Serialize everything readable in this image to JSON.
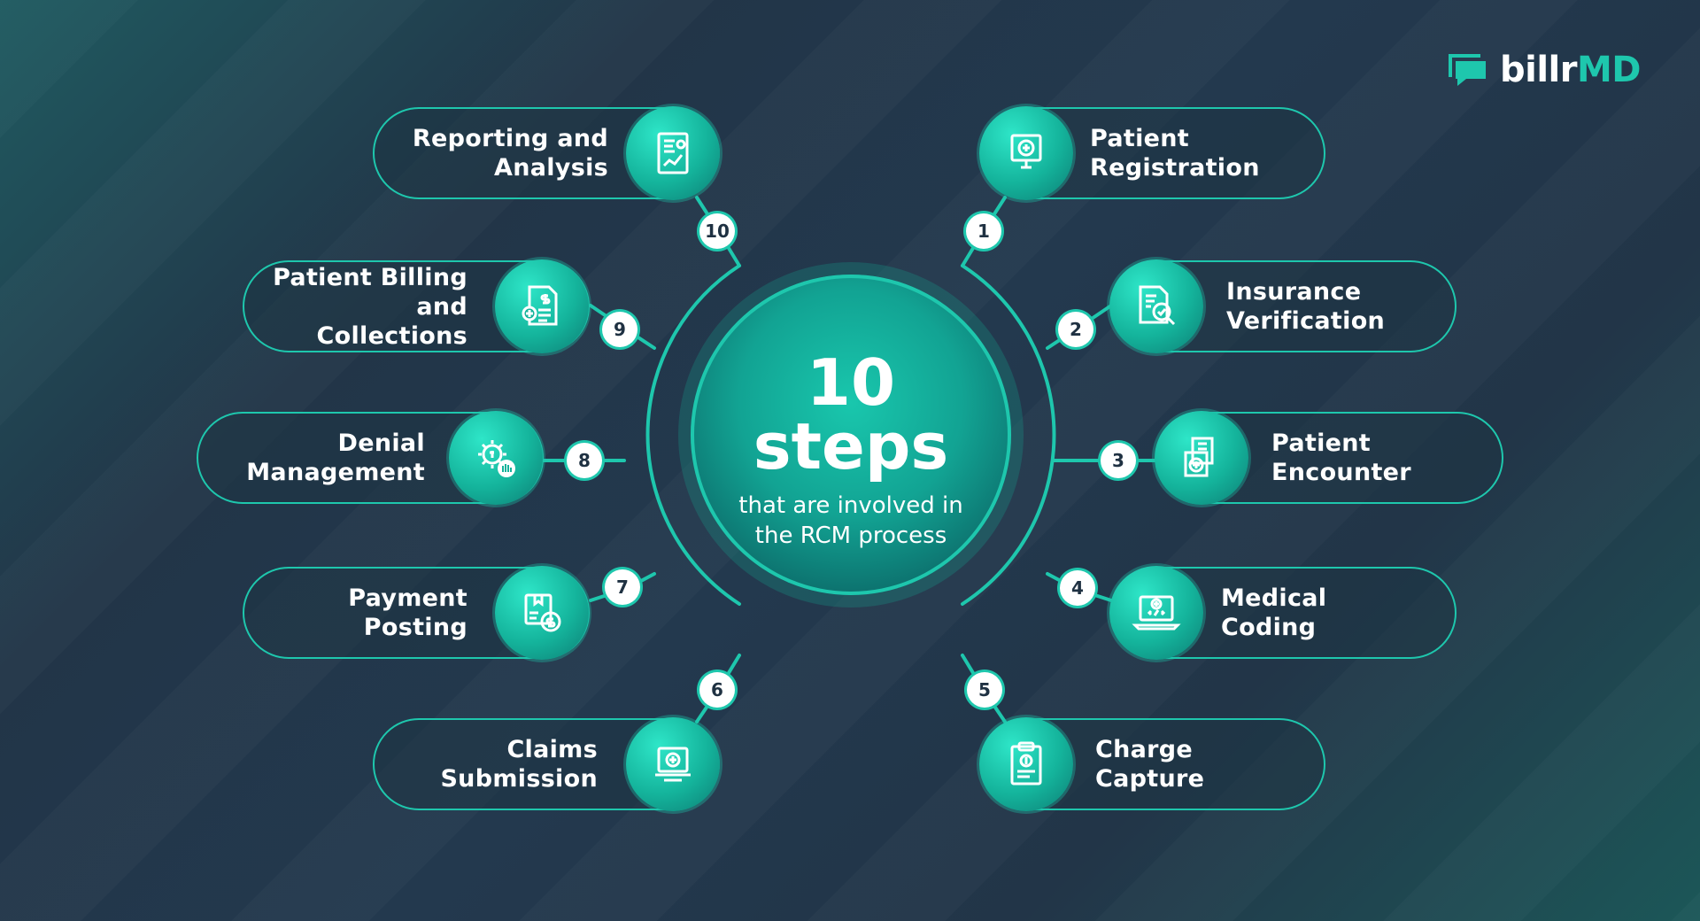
{
  "brand": {
    "name_part1": "billr",
    "name_part2": "MD",
    "accent": "#1ec7ad",
    "background": "#23394e"
  },
  "hub": {
    "number": "10",
    "word": "steps",
    "subtitle": "that are involved in\nthe RCM process"
  },
  "steps": [
    {
      "number": "1",
      "label": "Patient\nRegistration",
      "icon": "computer-plus-icon"
    },
    {
      "number": "2",
      "label": "Insurance\nVerification",
      "icon": "document-magnifier-icon"
    },
    {
      "number": "3",
      "label": "Patient\nEncounter",
      "icon": "medical-files-icon"
    },
    {
      "number": "4",
      "label": "Medical\nCoding",
      "icon": "laptop-code-icon"
    },
    {
      "number": "5",
      "label": "Charge\nCapture",
      "icon": "clipboard-dollar-icon"
    },
    {
      "number": "6",
      "label": "Claims\nSubmission",
      "icon": "computer-claim-icon"
    },
    {
      "number": "7",
      "label": "Payment\nPosting",
      "icon": "payment-box-dollar-icon"
    },
    {
      "number": "8",
      "label": "Denial\nManagement",
      "icon": "gear-hand-icon"
    },
    {
      "number": "9",
      "label": "Patient Billing\nand Collections",
      "icon": "bill-dollar-icon"
    },
    {
      "number": "10",
      "label": "Reporting and\nAnalysis",
      "icon": "report-chart-icon"
    }
  ]
}
